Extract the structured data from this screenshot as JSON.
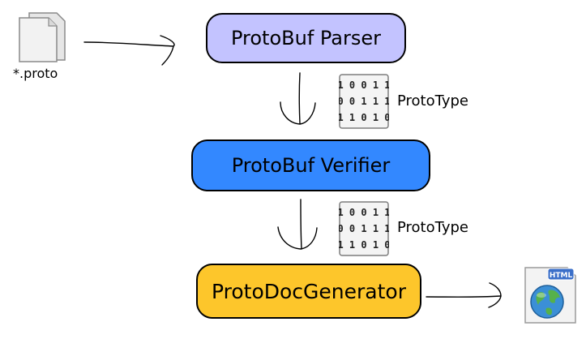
{
  "nodes": {
    "parser": {
      "label": "ProtoBuf Parser",
      "color": "#c3c3ff"
    },
    "verifier": {
      "label": "ProtoBuf Verifier",
      "color": "#3388ff"
    },
    "generator": {
      "label": "ProtoDocGenerator",
      "color": "#fdc62b"
    }
  },
  "input": {
    "label": "*.proto",
    "icon": "files-icon"
  },
  "output": {
    "badge": "HTML",
    "icon": "html-globe-icon"
  },
  "types": [
    {
      "label": "ProtoType",
      "icon": "binary-file-icon",
      "bits": [
        "10011",
        "00111",
        "11010"
      ]
    },
    {
      "label": "ProtoType",
      "icon": "binary-file-icon",
      "bits": [
        "10011",
        "00111",
        "11010"
      ]
    }
  ]
}
